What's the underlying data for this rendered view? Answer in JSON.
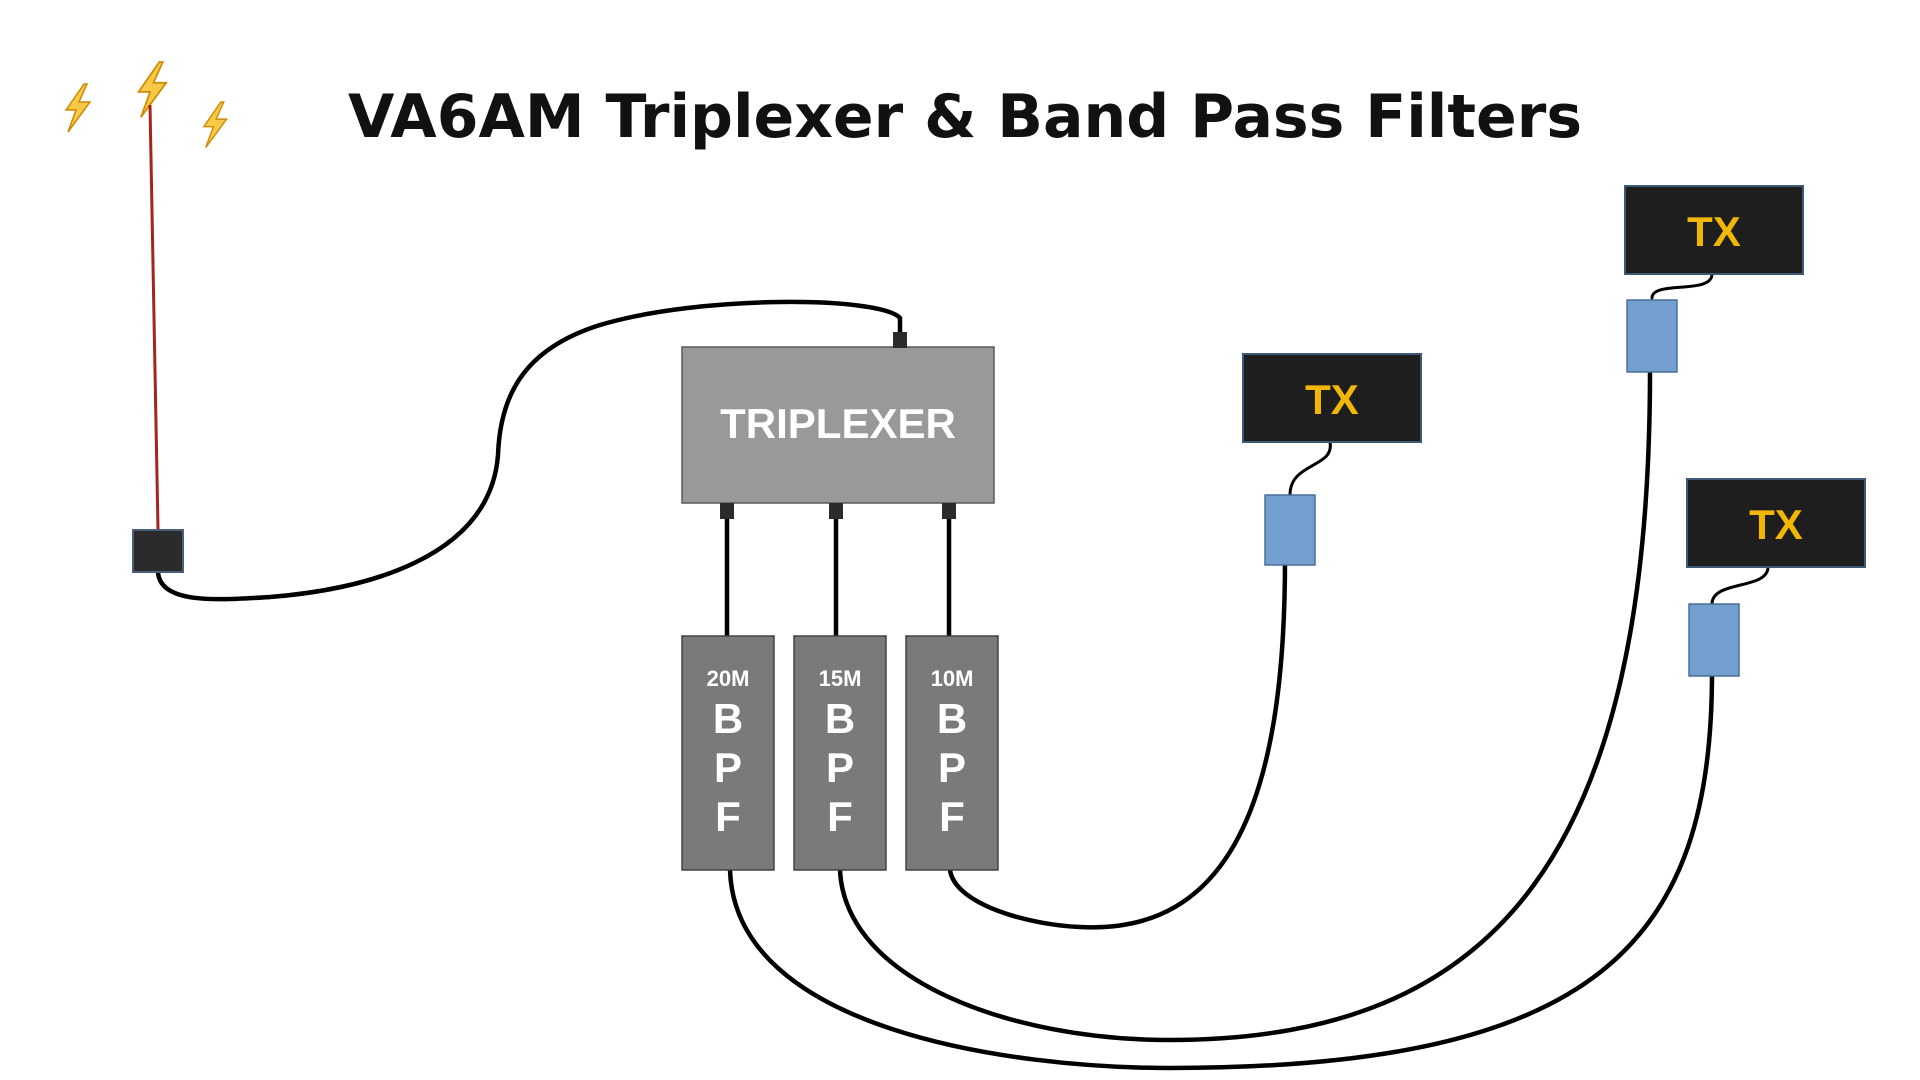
{
  "title": "VA6AM Triplexer & Band Pass Filters",
  "colors": {
    "triplexer_fill": "#999999",
    "bpf_fill": "#7a7a7a",
    "tx_fill": "#1e1e1e",
    "tx_text": "#f2b705",
    "adapter_fill": "#729fcf",
    "connector": "#2b2b2b",
    "antenna_wire": "#a3251c",
    "lightning": "#f7c948"
  },
  "triplexer": {
    "label": "TRIPLEXER"
  },
  "filters": [
    {
      "band": "20M",
      "letters": [
        "B",
        "P",
        "F"
      ]
    },
    {
      "band": "15M",
      "letters": [
        "B",
        "P",
        "F"
      ]
    },
    {
      "band": "10M",
      "letters": [
        "B",
        "P",
        "F"
      ]
    }
  ],
  "transmitters": [
    {
      "label": "TX"
    },
    {
      "label": "TX"
    },
    {
      "label": "TX"
    }
  ],
  "icons": {
    "antenna": "antenna-icon",
    "lightning": "lightning-bolt-icon"
  }
}
